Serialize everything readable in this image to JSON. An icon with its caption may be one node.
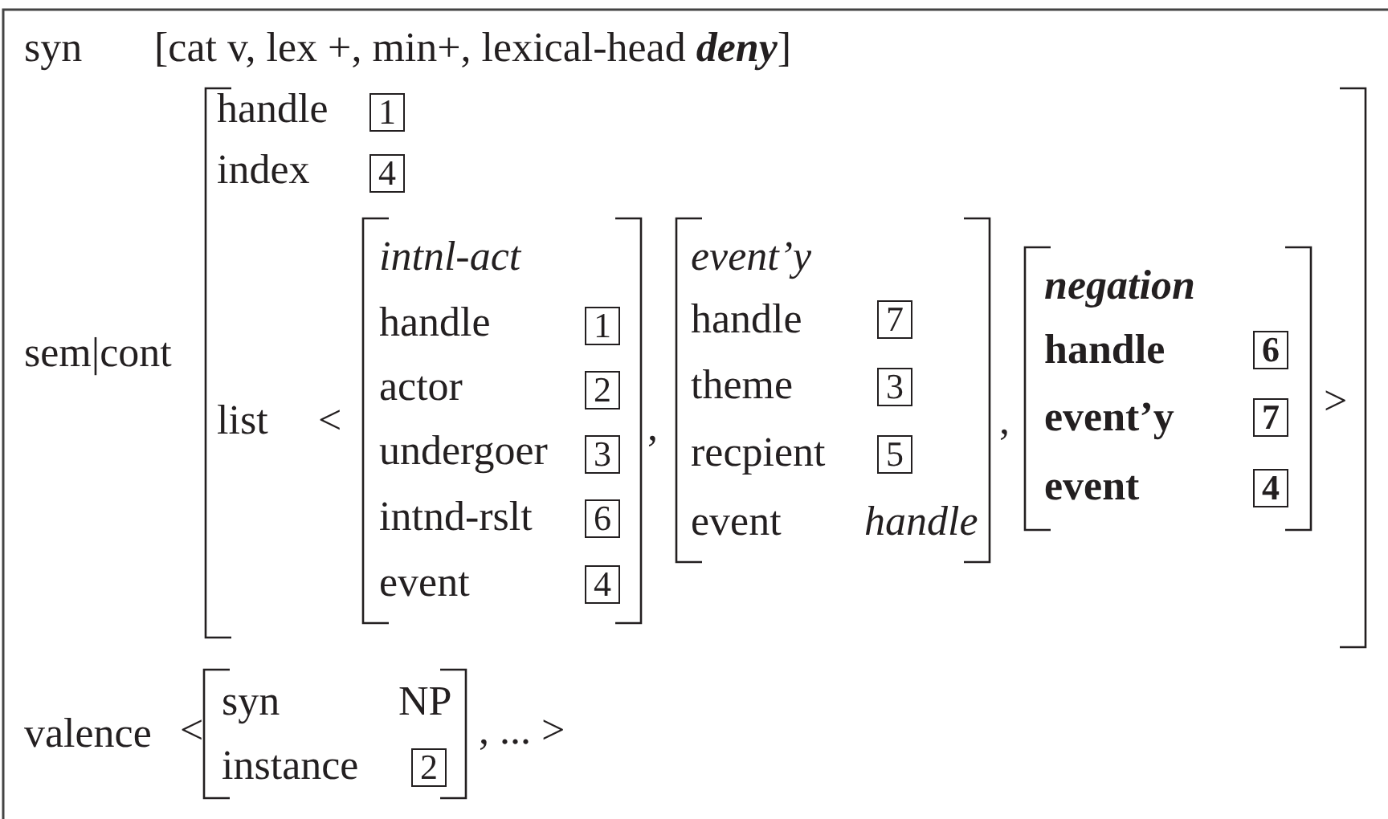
{
  "diagram": {
    "nodes": [
      {
        "text": [
          "1"
        ]
      },
      {
        "text": [
          "4"
        ]
      },
      {
        "text": [
          "1"
        ]
      },
      {
        "text": [
          "2"
        ]
      },
      {
        "text": [
          "3"
        ]
      },
      {
        "text": [
          "6"
        ]
      },
      {
        "text": [
          "4"
        ]
      },
      {
        "text": [
          "7"
        ]
      },
      {
        "text": [
          "3"
        ]
      },
      {
        "text": [
          "5"
        ]
      },
      {
        "text": [
          "6"
        ]
      },
      {
        "text": [
          "7"
        ]
      },
      {
        "text": [
          "4"
        ]
      },
      {
        "text": [
          "2"
        ]
      }
    ],
    "labels": [
      "syn",
      "[cat v, lex +, min+, lexical-head **deny**]",
      "handle",
      "index",
      "sem|cont",
      "list",
      "<",
      "intnl-act",
      "handle",
      "actor",
      "undergoer",
      "intnd-rslt",
      "event",
      ",",
      "event’y",
      "handle",
      "theme",
      "recpient",
      "event",
      "handle",
      ",",
      "negation",
      "handle",
      "event’y",
      "event",
      ">",
      "valence",
      "<",
      "syn",
      "NP",
      "instance",
      ", ... >"
    ]
  }
}
